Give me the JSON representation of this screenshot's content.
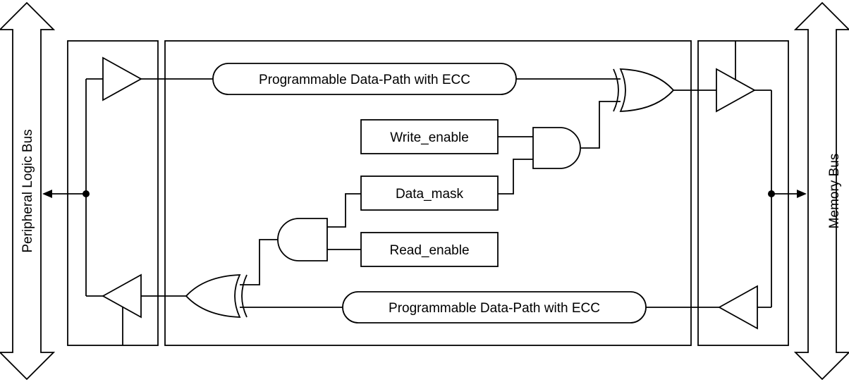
{
  "buses": {
    "left_label": "Peripheral Logic Bus",
    "right_label": "Memory Bus"
  },
  "blocks": {
    "datapath_top": "Programmable Data-Path with ECC",
    "datapath_bottom": "Programmable Data-Path with ECC",
    "write_enable": "Write_enable",
    "data_mask": "Data_mask",
    "read_enable": "Read_enable"
  }
}
